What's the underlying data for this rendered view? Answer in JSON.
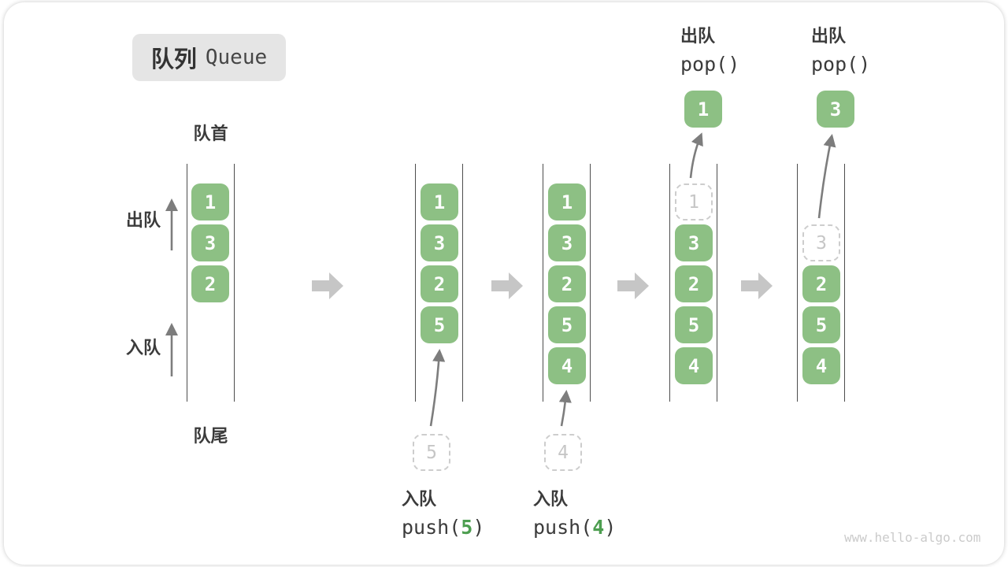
{
  "title": {
    "zh": "队列",
    "en": "Queue"
  },
  "labels": {
    "front": "队首",
    "rear": "队尾",
    "dequeue_side": "出队",
    "enqueue_side": "入队"
  },
  "states": [
    {
      "solid": [
        "1",
        "3",
        "2"
      ]
    },
    {
      "solid": [
        "1",
        "3",
        "2",
        "5"
      ]
    },
    {
      "solid": [
        "1",
        "3",
        "2",
        "5",
        "4"
      ]
    },
    {
      "ghost": "1",
      "solid": [
        "3",
        "2",
        "5",
        "4"
      ]
    },
    {
      "ghost": "3",
      "solid": [
        "2",
        "5",
        "4"
      ]
    }
  ],
  "operations": {
    "push5": {
      "label": "入队",
      "fn_open": "push(",
      "arg": "5",
      "fn_close": ")",
      "ghost_value": "5"
    },
    "push4": {
      "label": "入队",
      "fn_open": "push(",
      "arg": "4",
      "fn_close": ")",
      "ghost_value": "4"
    },
    "pop1": {
      "label": "出队",
      "code": "pop()",
      "popped_value": "1"
    },
    "pop2": {
      "label": "出队",
      "code": "pop()",
      "popped_value": "3"
    }
  },
  "watermark": "www.hello-algo.com",
  "colors": {
    "box_green": "#8dc084",
    "code_green": "#4d9e50",
    "ghost_gray": "#cdcdcd",
    "line_gray": "#4d4d4d",
    "arrow_gray": "#7d7d7d",
    "block_arrow_gray": "#c6c6c6",
    "title_bg": "#e5e5e5"
  }
}
